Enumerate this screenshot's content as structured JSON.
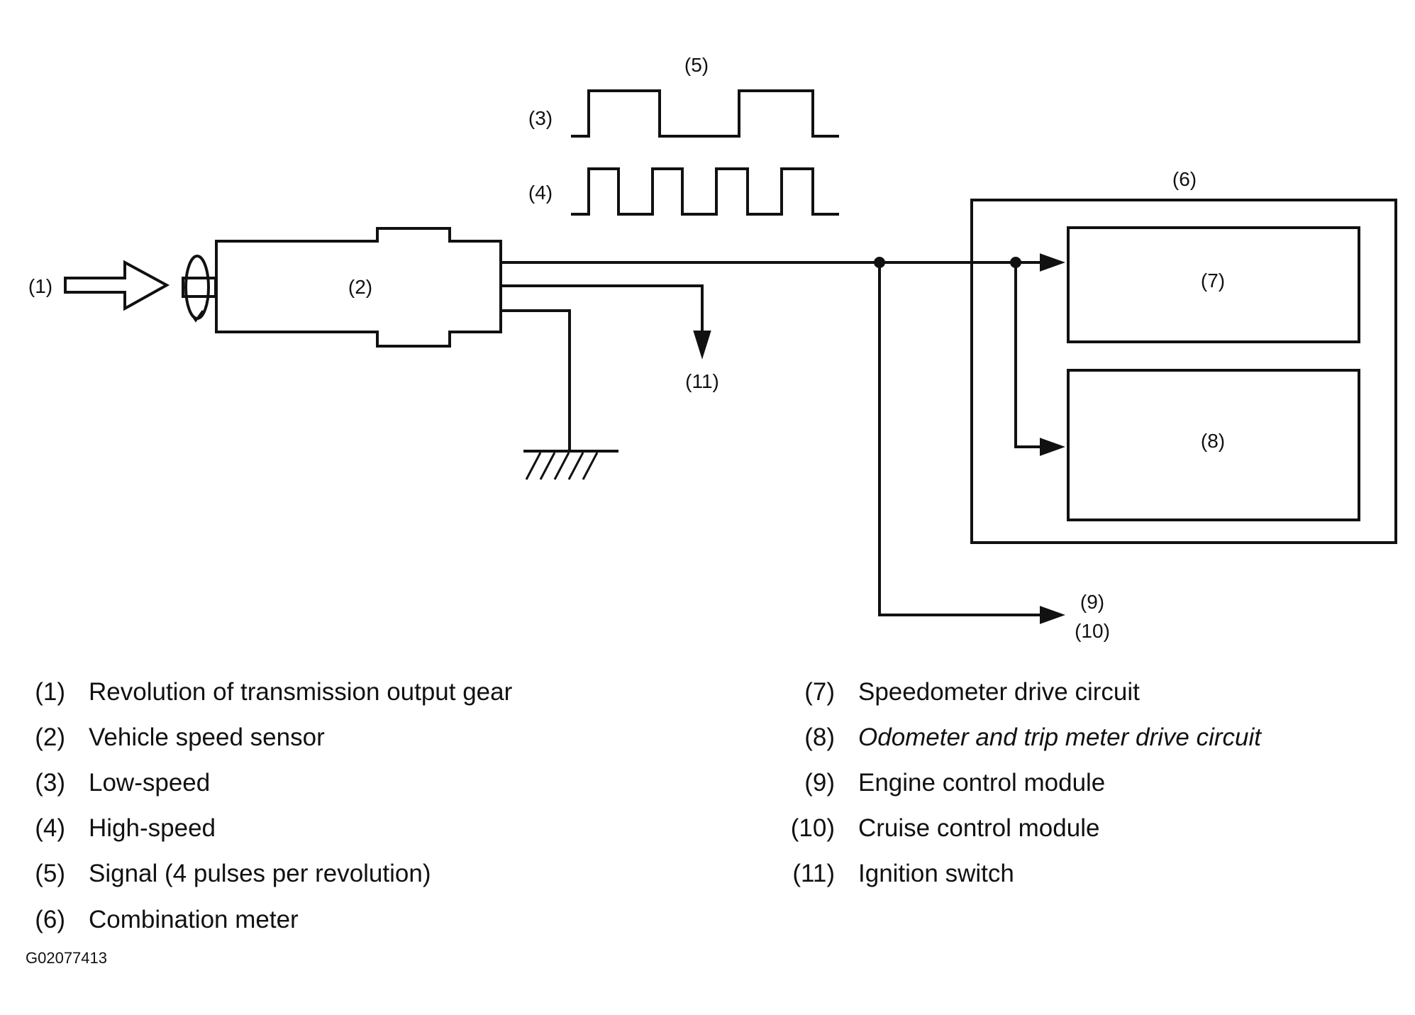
{
  "diagram": {
    "callouts": {
      "c1": "(1)",
      "c2": "(2)",
      "c3": "(3)",
      "c4": "(4)",
      "c5": "(5)",
      "c6": "(6)",
      "c7": "(7)",
      "c8": "(8)",
      "c9": "(9)",
      "c10": "(10)",
      "c11": "(11)"
    }
  },
  "legend": [
    {
      "num": "(1)",
      "text": "Revolution of transmission output gear"
    },
    {
      "num": "(2)",
      "text": "Vehicle speed sensor"
    },
    {
      "num": "(3)",
      "text": "Low-speed"
    },
    {
      "num": "(4)",
      "text": "High-speed"
    },
    {
      "num": "(5)",
      "text": "Signal (4 pulses per revolution)"
    },
    {
      "num": "(6)",
      "text": "Combination meter"
    },
    {
      "num": "(7)",
      "text": "Speedometer drive circuit"
    },
    {
      "num": "(8)",
      "text": "Odometer and trip meter drive circuit"
    },
    {
      "num": "(9)",
      "text": "Engine control module"
    },
    {
      "num": "(10)",
      "text": "Cruise control module"
    },
    {
      "num": "(11)",
      "text": "Ignition switch"
    }
  ],
  "figure_id": "G02077413"
}
